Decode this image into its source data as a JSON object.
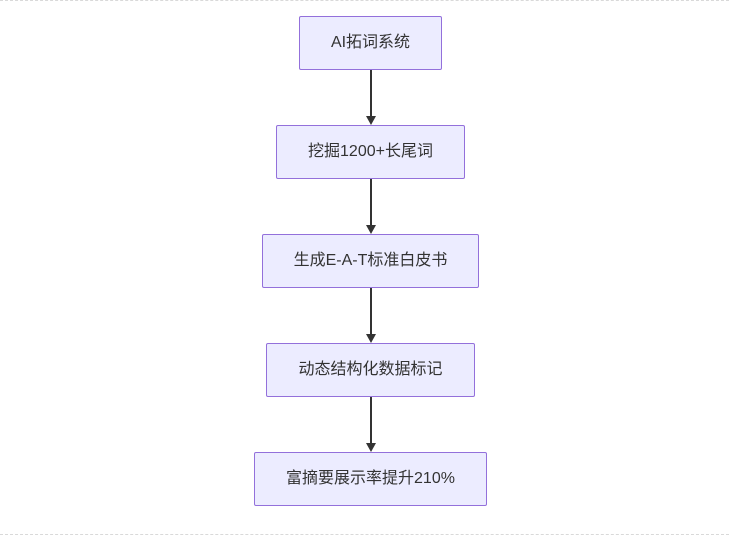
{
  "diagram": {
    "type": "flowchart",
    "direction": "top-down",
    "nodes": [
      {
        "id": "A",
        "label": "AI拓词系统"
      },
      {
        "id": "B",
        "label": "挖掘1200+长尾词"
      },
      {
        "id": "C",
        "label": "生成E-A-T标准白皮书"
      },
      {
        "id": "D",
        "label": "动态结构化数据标记"
      },
      {
        "id": "E",
        "label": "富摘要展示率提升210%"
      }
    ],
    "edges": [
      {
        "from": "A",
        "to": "B"
      },
      {
        "from": "B",
        "to": "C"
      },
      {
        "from": "C",
        "to": "D"
      },
      {
        "from": "D",
        "to": "E"
      }
    ],
    "colors": {
      "node_fill": "#ececff",
      "node_border": "#9370db",
      "arrow": "#333333",
      "text": "#333333",
      "background": "#ffffff"
    }
  }
}
